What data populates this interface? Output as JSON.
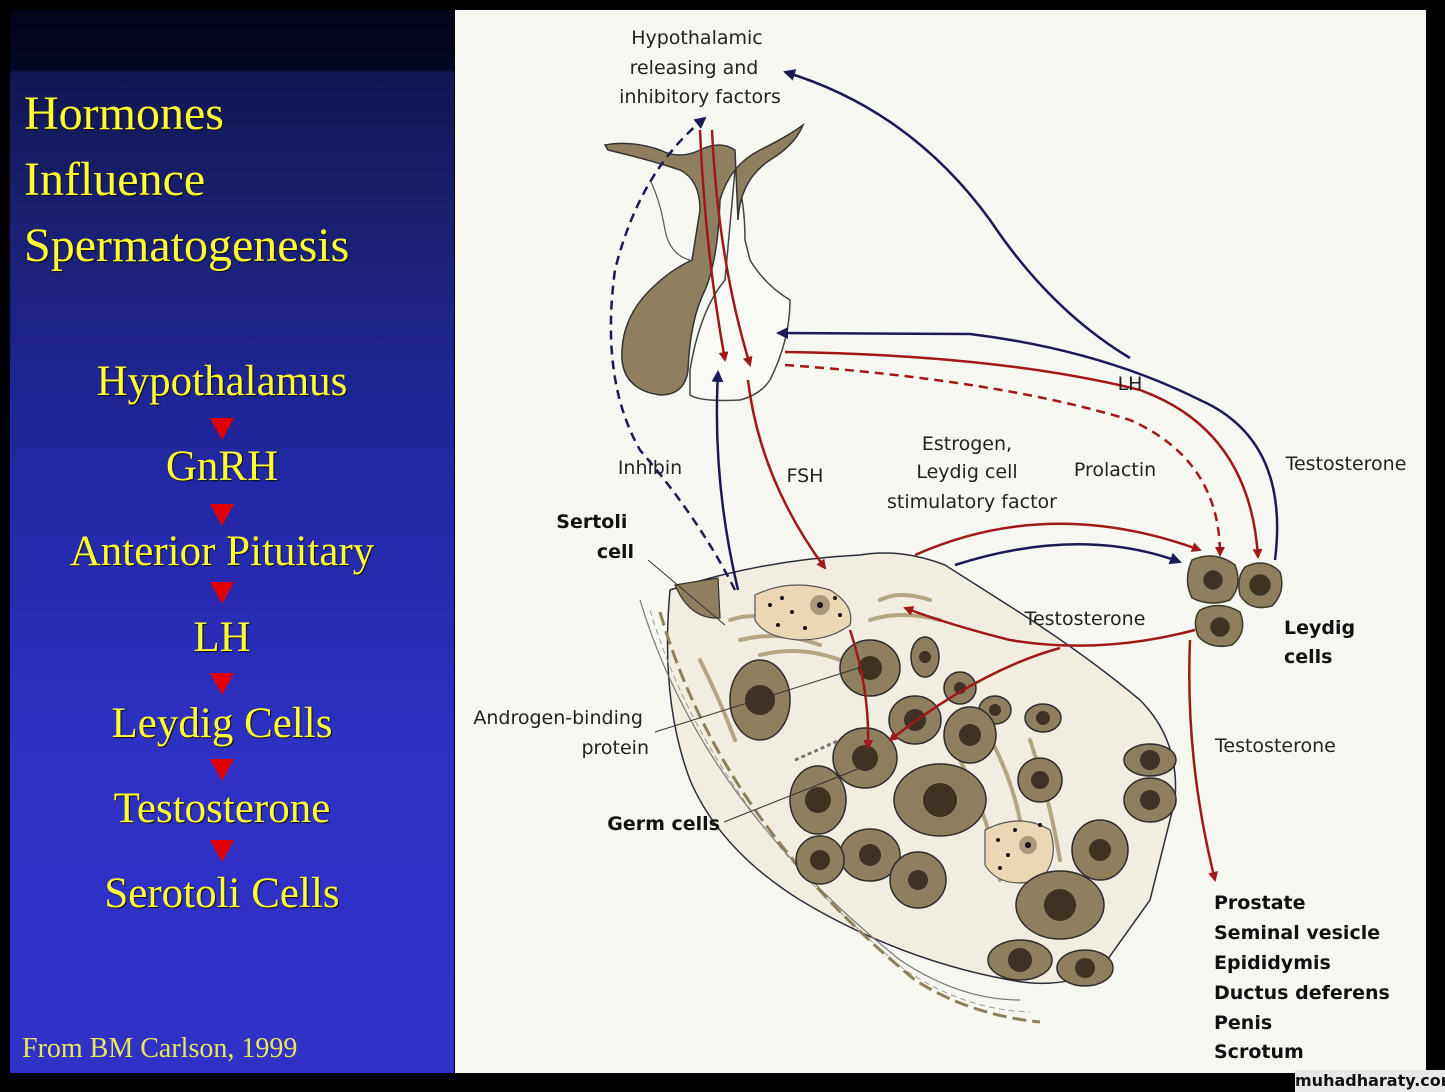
{
  "slide": {
    "title_lines": [
      "Hormones",
      "Influence",
      "Spermatogenesis"
    ],
    "flow": [
      "Hypothalamus",
      "GnRH",
      "Anterior Pituitary",
      "LH",
      "Leydig Cells",
      "Testosterone",
      "Serotoli Cells"
    ],
    "flow_arrow_icon": "red-down-triangle",
    "credit": "From BM Carlson, 1999"
  },
  "colors": {
    "title_text": "#ffff33",
    "flow_arrow": "#e00000",
    "panel_dark": "#050826",
    "panel_light": "#3131c8",
    "diagram_bg": "#f7f7f2",
    "stimulatory_arrow": "#a01818",
    "inhibitory_arrow": "#1a1a55",
    "tissue": "#8e7f5e",
    "nucleus": "#3e3222",
    "sertoli_cytoplasm": "#ead8b4"
  },
  "diagram": {
    "hypothalamic_label": [
      "Hypothalamic",
      "releasing and",
      "inhibitory factors"
    ],
    "lh_label": "LH",
    "fsh_label": "FSH",
    "inhibin_label": "Inhibin",
    "estrogen_label": [
      "Estrogen,",
      "Leydig cell",
      "stimulatory factor"
    ],
    "prolactin_label": "Prolactin",
    "testosterone_feedback_label": "Testosterone",
    "sertoli_label": [
      "Sertoli",
      "cell"
    ],
    "testosterone_local_label": "Testosterone",
    "leydig_label": [
      "Leydig",
      "cells"
    ],
    "abp_label": [
      "Androgen-binding",
      "protein"
    ],
    "germ_cells_label": "Germ cells",
    "testosterone_target_label": "Testosterone",
    "targets": [
      "Prostate",
      "Seminal vesicle",
      "Epididymis",
      "Ductus deferens",
      "Penis",
      "Scrotum"
    ]
  },
  "watermark": "muhadharaty.com"
}
